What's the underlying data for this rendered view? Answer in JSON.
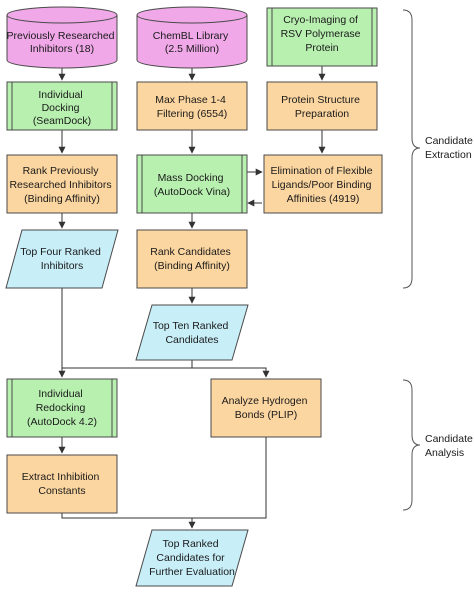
{
  "colors": {
    "database_fill": "#f0a8e8",
    "process_fill": "#b8f0b0",
    "step_fill": "#fcd6a0",
    "output_fill": "#c8eef8",
    "stroke": "#4a4a4a",
    "connector": "#333333"
  },
  "nodes": {
    "prev_inhibitors": [
      "Previously Researched",
      "Inhibitors (18)"
    ],
    "chembl": [
      "ChemBL Library",
      "(2.5 Million)"
    ],
    "cryo": [
      "Cryo-Imaging of",
      "RSV Polymerase",
      "Protein"
    ],
    "individual_docking": [
      "Individual",
      "Docking",
      "(SeamDock)"
    ],
    "max_phase": [
      "Max Phase 1-4",
      "Filtering (6554)"
    ],
    "protein_prep": [
      "Protein Structure",
      "Preparation"
    ],
    "rank_prev": [
      "Rank Previously",
      "Researched Inhibitors",
      "(Binding Affinity)"
    ],
    "mass_docking": [
      "Mass Docking",
      "(AutoDock Vina)"
    ],
    "elimination": [
      "Elimination of Flexible",
      "Ligands/Poor Binding",
      "Affinities (4919)"
    ],
    "top_four": [
      "Top Four Ranked",
      "Inhibitors"
    ],
    "rank_candidates": [
      "Rank Candidates",
      "(Binding Affinity)"
    ],
    "top_ten": [
      "Top Ten Ranked",
      "Candidates"
    ],
    "redocking": [
      "Individual",
      "Redocking",
      "(AutoDock 4.2)"
    ],
    "hydrogen": [
      "Analyze Hydrogen",
      "Bonds (PLIP)"
    ],
    "extract": [
      "Extract Inhibition",
      "Constants"
    ],
    "final": [
      "Top Ranked",
      "Candidates for",
      "Further Evaluation"
    ]
  },
  "phases": {
    "extraction": [
      "Candidate",
      "Extraction"
    ],
    "analysis": [
      "Candidate",
      "Analysis"
    ]
  }
}
